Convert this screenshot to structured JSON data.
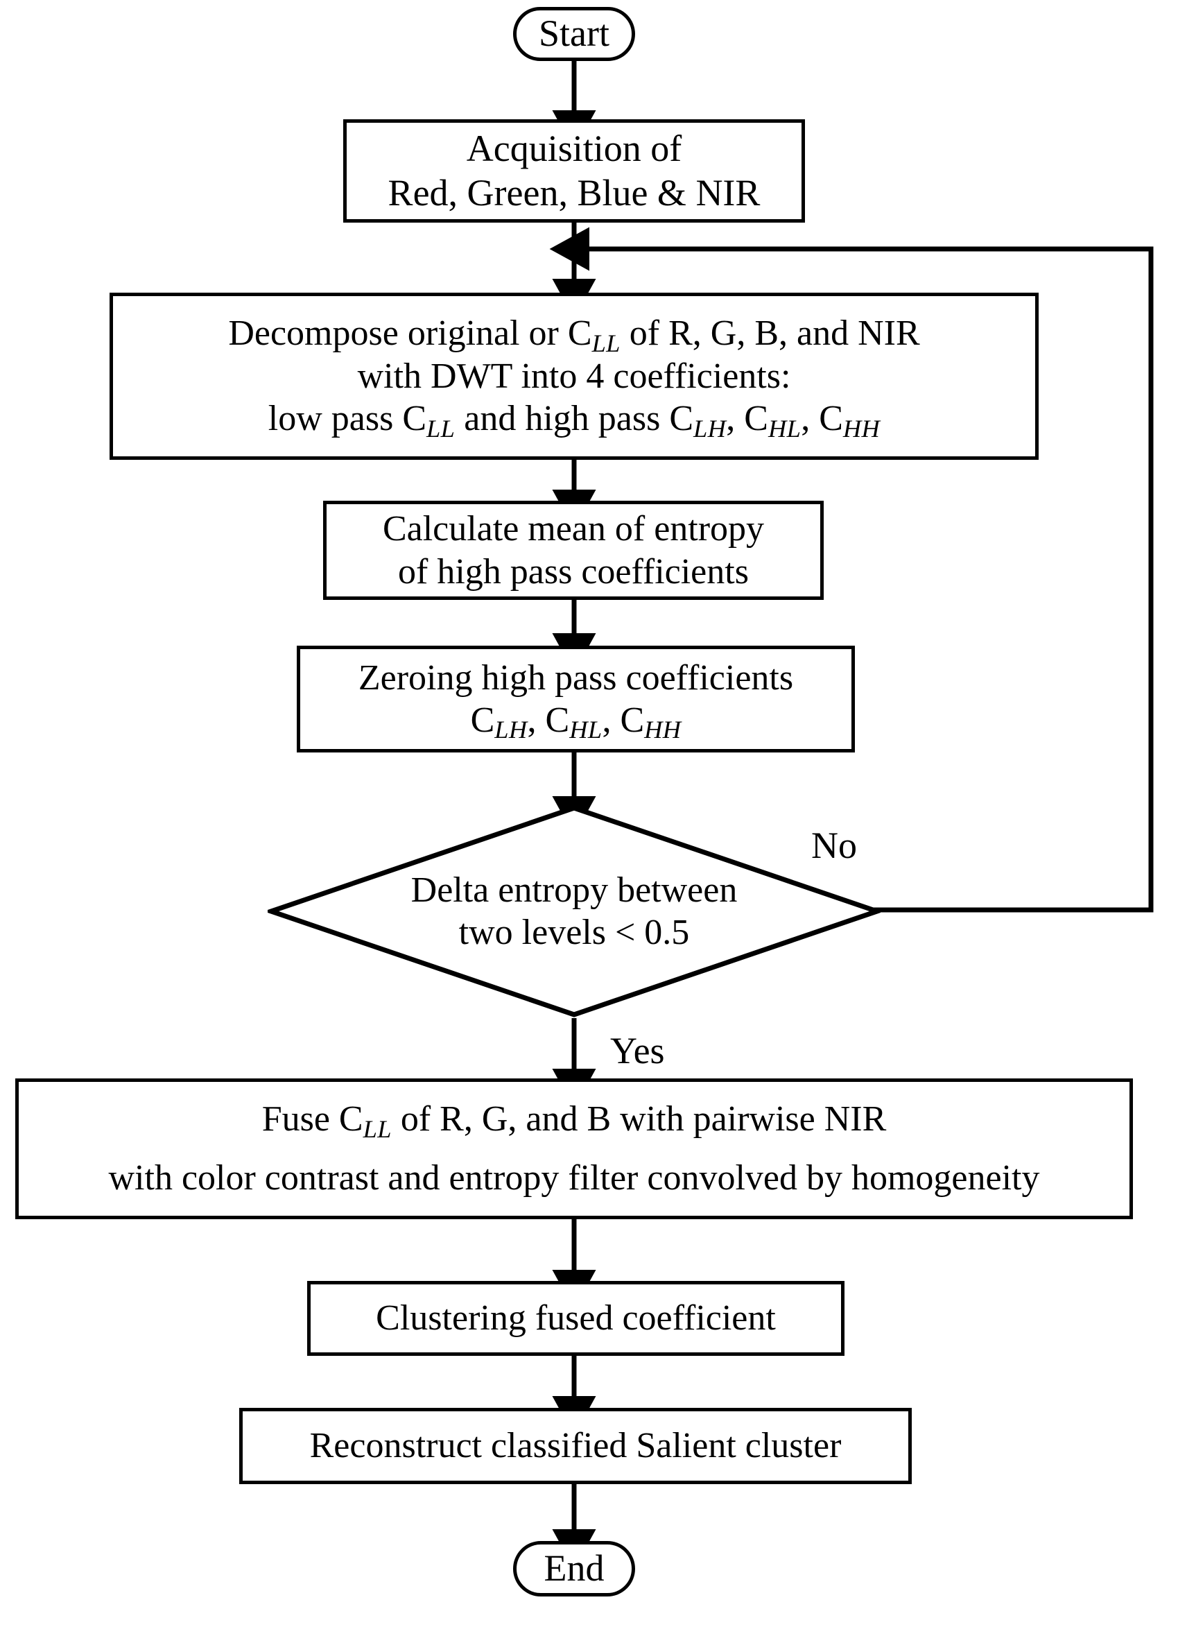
{
  "diagram": {
    "title": "Flowchart: DWT-based multi-level decomposition and salient cluster fusion",
    "type": "flowchart",
    "orientation": "vertical",
    "background_color": "#ffffff",
    "stroke_color": "#000000",
    "text_color": "#000000",
    "nodes": [
      {
        "id": "start",
        "shape": "terminator",
        "label": "Start",
        "lines": [
          "Start"
        ]
      },
      {
        "id": "acquisition",
        "shape": "process",
        "label": "Acquisition of Red, Green, Blue & NIR",
        "lines": [
          "Acquisition of",
          "Red, Green, Blue & NIR"
        ]
      },
      {
        "id": "decompose",
        "shape": "process",
        "label": "Decompose original or CLL of R, G, B, and NIR with DWT into 4 coefficients: low pass CLL and high pass CLH, CHL, CHH",
        "lines_html": [
          "Decompose original or C<sub>LL</sub> of R, G, B, and NIR",
          "with DWT into 4 coefficients:",
          "low pass C<sub>LL</sub> and high pass C<sub>LH</sub>, C<sub>HL</sub>, C<sub>HH</sub>"
        ]
      },
      {
        "id": "calculate-entropy",
        "shape": "process",
        "label": "Calculate mean of entropy of high pass coefficients",
        "lines": [
          "Calculate mean of entropy",
          "of high pass coefficients"
        ]
      },
      {
        "id": "zeroing",
        "shape": "process",
        "label": "Zeroing high pass coefficients CLH, CHL, CHH",
        "lines_html": [
          "Zeroing high pass coefficients",
          "C<sub>LH</sub>, C<sub>HL</sub>, C<sub>HH</sub>"
        ]
      },
      {
        "id": "decision",
        "shape": "decision",
        "label": "Delta entropy between two levels < 0.5",
        "lines": [
          "Delta entropy between",
          "two levels < 0.5"
        ],
        "threshold": 0.5
      },
      {
        "id": "fuse",
        "shape": "process",
        "label": "Fuse CLL of R, G, and B with pairwise NIR with color contrast and entropy filter convolved by homogeneity",
        "lines_html": [
          "Fuse C<sub>LL</sub> of R, G, and B with pairwise NIR",
          "with color contrast and entropy filter convolved by homogeneity"
        ]
      },
      {
        "id": "clustering",
        "shape": "process",
        "label": "Clustering fused coefficient",
        "lines": [
          "Clustering fused coefficient"
        ]
      },
      {
        "id": "reconstruct",
        "shape": "process",
        "label": "Reconstruct classified Salient cluster",
        "lines": [
          "Reconstruct classified Salient cluster"
        ]
      },
      {
        "id": "end",
        "shape": "terminator",
        "label": "End",
        "lines": [
          "End"
        ]
      }
    ],
    "edges": [
      {
        "id": "e1",
        "from": "start",
        "to": "acquisition",
        "label": ""
      },
      {
        "id": "e2",
        "from": "acquisition",
        "to": "decompose",
        "label": ""
      },
      {
        "id": "e3",
        "from": "decompose",
        "to": "calculate-entropy",
        "label": ""
      },
      {
        "id": "e4",
        "from": "calculate-entropy",
        "to": "zeroing",
        "label": ""
      },
      {
        "id": "e5",
        "from": "zeroing",
        "to": "decision",
        "label": ""
      },
      {
        "id": "e6",
        "from": "decision",
        "to": "decompose",
        "label": "No"
      },
      {
        "id": "e7",
        "from": "decision",
        "to": "fuse",
        "label": "Yes"
      },
      {
        "id": "e8",
        "from": "fuse",
        "to": "clustering",
        "label": ""
      },
      {
        "id": "e9",
        "from": "clustering",
        "to": "reconstruct",
        "label": ""
      },
      {
        "id": "e10",
        "from": "reconstruct",
        "to": "end",
        "label": ""
      }
    ],
    "edge_labels": {
      "no": "No",
      "yes": "Yes"
    }
  }
}
